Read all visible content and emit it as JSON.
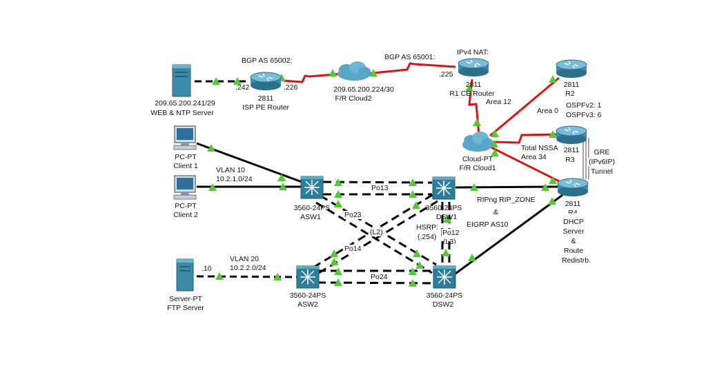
{
  "devices": {
    "web_server": {
      "ip": "209.65.200.241/29",
      "name": "WEB & NTP Server"
    },
    "isp_router": {
      "model": "2811",
      "name": "ISP PE Router",
      "bgp": "BGP AS 65002:",
      "if_left": ".242",
      "if_right": ".226"
    },
    "cloud2": {
      "subnet": "209.65.200.224/30",
      "name": "F/R Cloud2",
      "bgp": "BGP AS 65001:"
    },
    "r1": {
      "nat": "IPv4 NAT:",
      "if": ".225",
      "model": "2811",
      "name": "R1 CE Router"
    },
    "r2": {
      "model": "2811",
      "name": "R2",
      "ospf1": "OSPFv2: 1",
      "ospf2": "OSPFv3: 6"
    },
    "r3": {
      "model": "2811",
      "name": "R3"
    },
    "r4": {
      "model": "2811",
      "name": "R4",
      "dhcp": "DHCP",
      "server": "Server",
      "amp": "&",
      "route": "Route",
      "redist": "Redistrb."
    },
    "cloud1": {
      "type": "Cloud-PT",
      "name": "F/R Cloud1"
    },
    "client1": {
      "type": "PC-PT",
      "name": "Client 1"
    },
    "client2": {
      "type": "PC-PT",
      "name": "Client 2"
    },
    "ftp_server": {
      "type": "Server-PT",
      "name": "FTP Server",
      "if": ".10"
    },
    "asw1": {
      "model": "3560-24PS",
      "name": "ASW1"
    },
    "asw2": {
      "model": "3560-24PS",
      "name": "ASW2"
    },
    "dsw1": {
      "model": "3560-24PS",
      "name": "DSW1"
    },
    "dsw2": {
      "model": "3560-24PS",
      "name": "DSW2"
    }
  },
  "labels": {
    "area12": "Area 12",
    "area0": "Area 0",
    "nssa": "Total NSSA",
    "area34": "Area 34",
    "gre1": "GRE",
    "gre2": "(IPv6IP)",
    "gre3": "Tunnel",
    "vlan10": "VLAN 10",
    "vlan10_net": "10.2.1.0/24",
    "vlan20": "VLAN 20",
    "vlan20_net": "10.2.2.0/24",
    "po13": "Po13",
    "po23": "Po23",
    "po14": "Po14",
    "po24": "Po24",
    "po12": "Po12",
    "l2": "(L2)",
    "l3": "(L3)",
    "hsrp": "HSRP:",
    "hsrp_ip": "(.254)",
    "ripng": "RIPng RIP_ZONE",
    "amp": "&",
    "eigrp": "EIGRP AS10"
  },
  "colors": {
    "serial": "#dd1111",
    "ethernet": "#000000",
    "port_up": "#55c83a",
    "router": "#3d8fb0",
    "switch": "#2b7f9a",
    "cloud": "#5aa6c8"
  }
}
